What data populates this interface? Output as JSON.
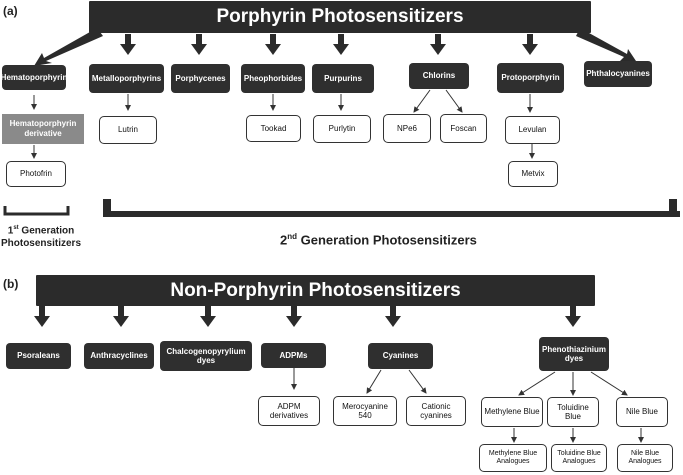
{
  "panel_a": {
    "label": "(a)",
    "title": "Porphyrin Photosensitizers",
    "categories": {
      "hematoporphyrin": "Hematoporphyrin",
      "metalloporphyrins": "Metalloporphyrins",
      "porphycenes": "Porphycenes",
      "pheophorbides": "Pheophorbides",
      "purpurins": "Purpurins",
      "chlorins": "Chlorins",
      "protoporphyrin": "Protoporphyrin",
      "phthalocyanines": "Phthalocyanines"
    },
    "derivatives": {
      "hpd_line1": "Hematoporphyrin",
      "hpd_line2": "derivative",
      "photofrin": "Photofrin",
      "lutrin": "Lutrin",
      "tookad": "Tookad",
      "purlytin": "Purlytin",
      "npe6": "NPe6",
      "foscan": "Foscan",
      "levulan": "Levulan",
      "metvix": "Metvix"
    },
    "first_gen": {
      "prefix": "1",
      "sup": "st",
      "rest": " Generation",
      "line2": "Photosensitizers"
    },
    "second_gen": {
      "prefix": "2",
      "sup": "nd",
      "rest": " Generation Photosensitizers"
    }
  },
  "panel_b": {
    "label": "(b)",
    "title": "Non-Porphyrin Photosensitizers",
    "categories": {
      "psoraleans": "Psoraleans",
      "anthracyclines": "Anthracyclines",
      "chalco": "Chalcogenopyrylium dyes",
      "adpms": "ADPMs",
      "cyanines": "Cyanines",
      "phenothiazinium": "Phenothiazinium dyes"
    },
    "derivatives": {
      "adpm_derivatives": "ADPM derivatives",
      "merocyanine": "Merocyanine 540",
      "cationic": "Cationic cyanines",
      "methylene_blue": "Methylene Blue",
      "toluidine_blue": "Toluidine Blue",
      "nile_blue": "Nile Blue",
      "mb_analogues": "Methylene Blue Analogues",
      "tb_analogues": "Toluidine Blue Analogues",
      "nb_analogues": "Nile Blue Analogues"
    }
  },
  "colors": {
    "banner": "#2b2b2b",
    "dark_box": "#2f2f2f",
    "grey_box": "#8a8a8a",
    "line": "#333333"
  }
}
